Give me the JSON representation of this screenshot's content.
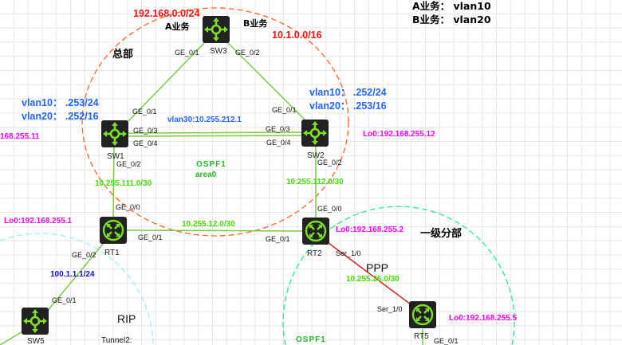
{
  "legend": {
    "line_a": "A业务：  vlan10",
    "line_b": "B业务：  vlan20"
  },
  "areas": {
    "hq": "总部",
    "branch": "一级分部",
    "ospf_area0_title": "OSPF1",
    "ospf_area0_sub": "area0",
    "branch_ospf": "OSPF1",
    "rip": "RIP",
    "ppp": "PPP",
    "tunnel": "Tunnel2:"
  },
  "services": {
    "a_label": "A业务",
    "b_label": "B业务",
    "a_net": "192.168.0.0/24",
    "b_net": "10.1.0.0/16"
  },
  "nodes": {
    "sw1": "SW1",
    "sw2": "SW2",
    "sw3": "SW3",
    "sw5": "SW5",
    "rt1": "RT1",
    "rt2": "RT2",
    "rt5": "RT5"
  },
  "ports": {
    "sw3_g1": "GE_0/1",
    "sw3_g2": "GE_0/2",
    "sw1_g1": "GE_0/1",
    "sw1_g3": "GE_0/3",
    "sw1_g4": "GE_0/4",
    "sw1_g2": "GE_0/2",
    "sw2_g1": "GE_0/1",
    "sw2_g3": "GE_0/3",
    "sw2_g4": "GE_0/4",
    "sw2_g2": "GE_0/2",
    "rt1_g0": "GE_0/0",
    "rt1_g1": "GE_0/1",
    "rt1_g2": "GE_0/2",
    "rt2_g0": "GE_0/0",
    "rt2_g1": "GE_0/1",
    "rt2_s1": "Ser_1/0",
    "rt5_s1": "Ser_1/0",
    "rt5_g1": "GE_0/1",
    "sw5_g1": "GE_0/1"
  },
  "vlans": {
    "sw1_v10": "vlan10：  .253/24",
    "sw1_v20": "vlan20：  .252/16",
    "sw2_v10": "vlan10：  .252/24",
    "sw2_v20": "vlan20：  .253/16",
    "vlan30": "vlan30:10.255.212.1"
  },
  "networks": {
    "sw1_rt1": "10.255.111.0/30",
    "sw2_rt2": "10.255.112.0/30",
    "rt1_rt2": "10.255.12.0/30",
    "rt2_rt5": "10.255.25.0/30",
    "rt1_sw5": "100.1.1.1/24"
  },
  "loopbacks": {
    "sw1": "168.255.11",
    "sw2": "Lo0:192.168.255.12",
    "rt1": "Lo0:192.168.255.1",
    "rt2": "Lo0:192.168.255.2",
    "rt5": "Lo0:192.168.255.5"
  },
  "colors": {
    "hq_circle": "#ff6622",
    "branch_circle": "#22ee88",
    "rip_circle": "#99eeff",
    "link": "#77cc44",
    "ppp_link": "#cc3322"
  }
}
